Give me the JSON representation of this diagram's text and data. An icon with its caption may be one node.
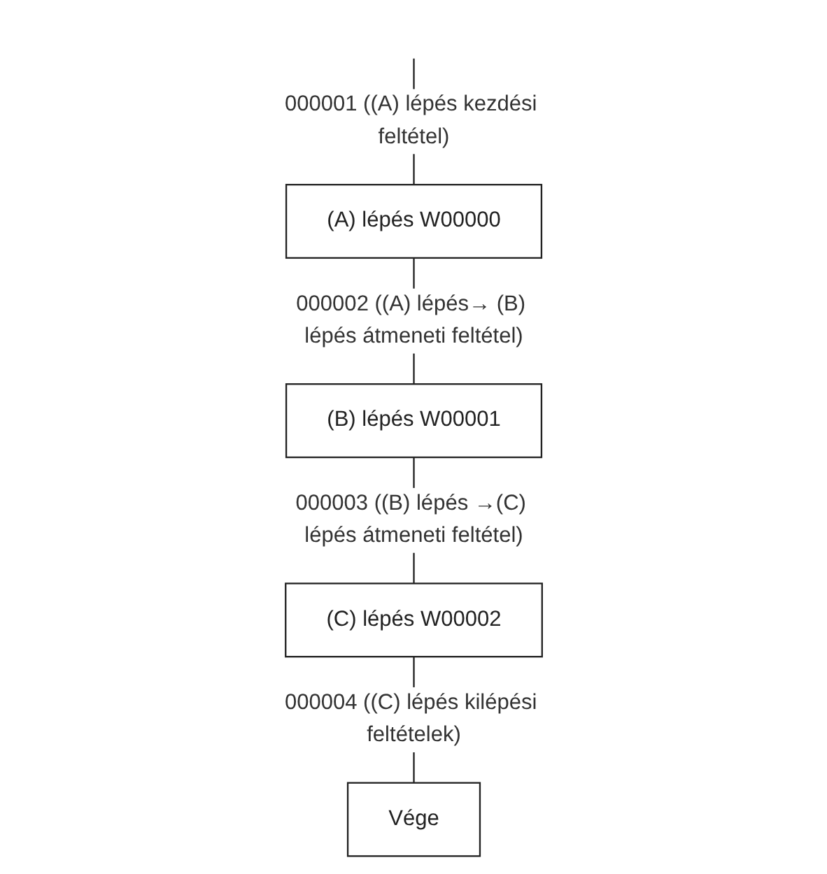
{
  "diagram": {
    "nodes": [
      {
        "text": [
          "(A) lépés W00000"
        ]
      },
      {
        "text": [
          "(B) lépés W00001"
        ]
      },
      {
        "text": [
          "(C) lépés W00002"
        ]
      },
      {
        "text": [
          "Vége"
        ]
      }
    ],
    "edges": [
      {
        "from": null,
        "to": 0,
        "arrow": "none",
        "label": "000001 ((A) lépés kezdési feltétel)"
      },
      {
        "from": 0,
        "to": 1,
        "arrow": "none",
        "label": "000002 ((A) lépés→ (B) lépés átmeneti feltétel)"
      },
      {
        "from": 1,
        "to": 2,
        "arrow": "none",
        "label": "000003 ((B) lépés →(C) lépés átmeneti feltétel)"
      },
      {
        "from": 2,
        "to": 3,
        "arrow": "none",
        "label": "000004 ((C) lépés kilépési feltételek)"
      }
    ]
  }
}
